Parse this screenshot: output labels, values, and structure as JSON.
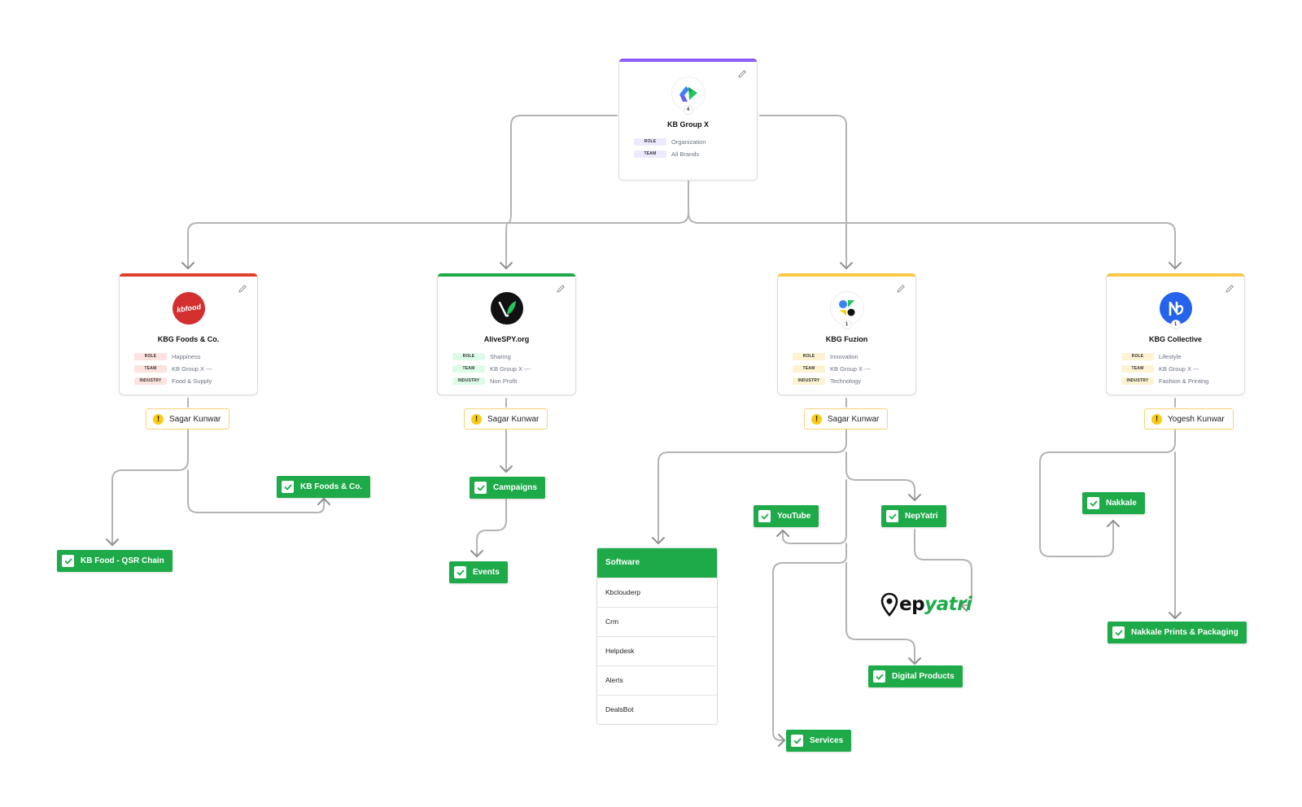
{
  "colors": {
    "green": "#1faa4a",
    "purple": "#8b5cf6",
    "red": "#e0412f",
    "yellow": "#f7c948",
    "connector": "#b3b3b3"
  },
  "root": {
    "name": "KB Group X",
    "count": "4",
    "rows": [
      {
        "tag": "ROLE",
        "value": "Organization"
      },
      {
        "tag": "TEAM",
        "value": "All Brands"
      }
    ]
  },
  "brands": [
    {
      "name": "KBG Foods & Co.",
      "logo_text": "kbfood",
      "rows": [
        {
          "tag": "ROLE",
          "value": "Happiness"
        },
        {
          "tag": "TEAM",
          "value": "KB Group X ---"
        },
        {
          "tag": "INDUSTRY",
          "value": "Food & Supply"
        }
      ],
      "owner": "Sagar Kunwar"
    },
    {
      "name": "AliveSPY.org",
      "rows": [
        {
          "tag": "ROLE",
          "value": "Sharing"
        },
        {
          "tag": "TEAM",
          "value": "KB Group X ---"
        },
        {
          "tag": "INDUSTRY",
          "value": "Non Profit"
        }
      ],
      "owner": "Sagar Kunwar"
    },
    {
      "name": "KBG Fuzion",
      "count": "1",
      "rows": [
        {
          "tag": "ROLE",
          "value": "Innovation"
        },
        {
          "tag": "TEAM",
          "value": "KB Group X ---"
        },
        {
          "tag": "INDUSTRY",
          "value": "Technology"
        }
      ],
      "owner": "Sagar Kunwar"
    },
    {
      "name": "KBG Collective",
      "count": "1",
      "rows": [
        {
          "tag": "ROLE",
          "value": "Lifestyle"
        },
        {
          "tag": "TEAM",
          "value": "KB Group X ---"
        },
        {
          "tag": "INDUSTRY",
          "value": "Fashion & Printing"
        }
      ],
      "owner": "Yogesh Kunwar"
    }
  ],
  "tasks": {
    "kb_food_qsr": "KB Food - QSR Chain",
    "kb_foods_co": "KB Foods & Co.",
    "campaigns": "Campaigns",
    "events": "Events",
    "youtube": "YouTube",
    "nepyatri": "NepYatri",
    "digital_products": "Digital Products",
    "services": "Services",
    "nakkale": "Nakkale",
    "nakkale_prints": "Nakkale Prints & Packaging"
  },
  "software": {
    "title": "Software",
    "items": [
      "Kbclouderp",
      "Crm",
      "Helpdesk",
      "Alerts",
      "DealsBot"
    ]
  },
  "nepyatri_logo": {
    "dark": "ep",
    "accent": "yatri"
  }
}
